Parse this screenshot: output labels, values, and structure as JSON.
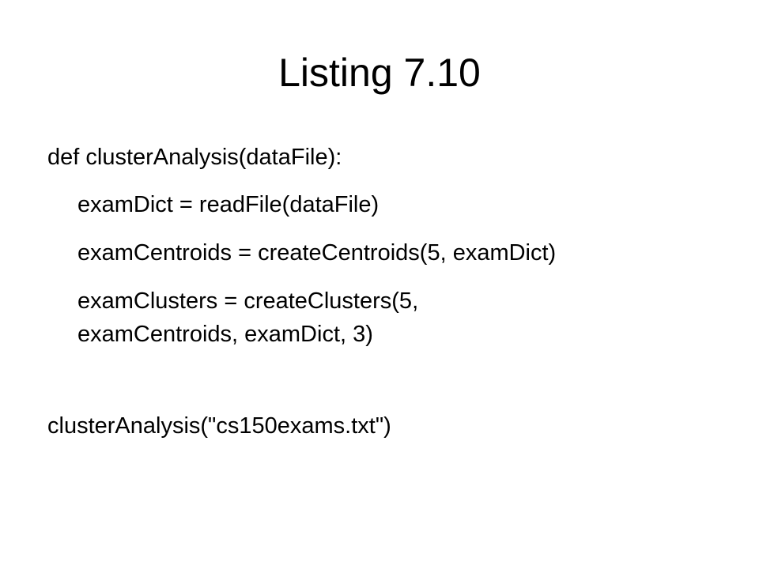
{
  "slide": {
    "title": "Listing 7.10",
    "code_lines": [
      "def clusterAnalysis(dataFile):",
      "examDict = readFile(dataFile)",
      "examCentroids = createCentroids(5, examDict)",
      "examClusters = createClusters(5,",
      "examCentroids, examDict, 3)",
      "clusterAnalysis(\"cs150exams.txt\")"
    ]
  }
}
